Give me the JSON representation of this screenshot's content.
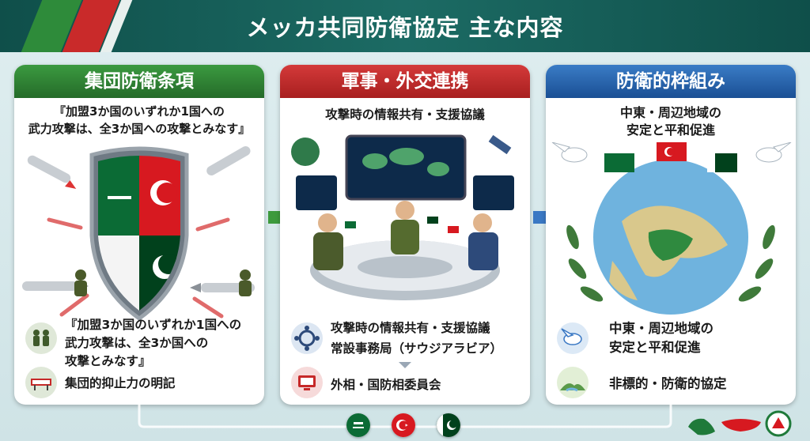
{
  "header": {
    "title": "メッカ共同防衛協定 主な内容"
  },
  "panels": [
    {
      "heading": "集団防衛条項",
      "quote_lines": [
        "『加盟3か国のいずれか1国への",
        "武力攻撃は、全3か国への攻撃とみなす』"
      ],
      "items": [
        {
          "lines": [
            "『加盟3か国のいずれか1国への",
            "武力攻撃は、全3か国への",
            "攻撃とみなす』"
          ],
          "icon": "soldiers-icon"
        },
        {
          "lines": [
            "集団的抑止力の明記"
          ],
          "icon": "barrier-icon"
        }
      ]
    },
    {
      "heading": "軍事・外交連携",
      "subtitle": "攻撃時の情報共有・支援協議",
      "items": [
        {
          "lines": [
            "攻撃時の情報共有・支援協議",
            "常設事務局（サウジアラビア）"
          ],
          "icon": "meeting-icon"
        },
        {
          "lines": [
            "外相・国防相委員会"
          ],
          "icon": "video-conference-icon"
        }
      ]
    },
    {
      "heading": "防衛的枠組み",
      "subtitle_lines": [
        "中東・周辺地域の",
        "安定と平和促進"
      ],
      "items": [
        {
          "lines": [
            "中東・周辺地域の",
            "安定と平和促進"
          ],
          "icon": "dove-icon"
        },
        {
          "lines": [
            "非標的・防衛的協定"
          ],
          "icon": "landscape-icon"
        }
      ]
    }
  ],
  "colors": {
    "header": "#175c56",
    "panel1": "#2e7d32",
    "panel2": "#c62828",
    "panel3": "#1e5fa8",
    "saudi_green": "#0b6b35",
    "turkey_red": "#d71920",
    "pakistan_green": "#01411c"
  },
  "flags": [
    "saudi-flag",
    "turkey-flag",
    "pakistan-flag"
  ]
}
